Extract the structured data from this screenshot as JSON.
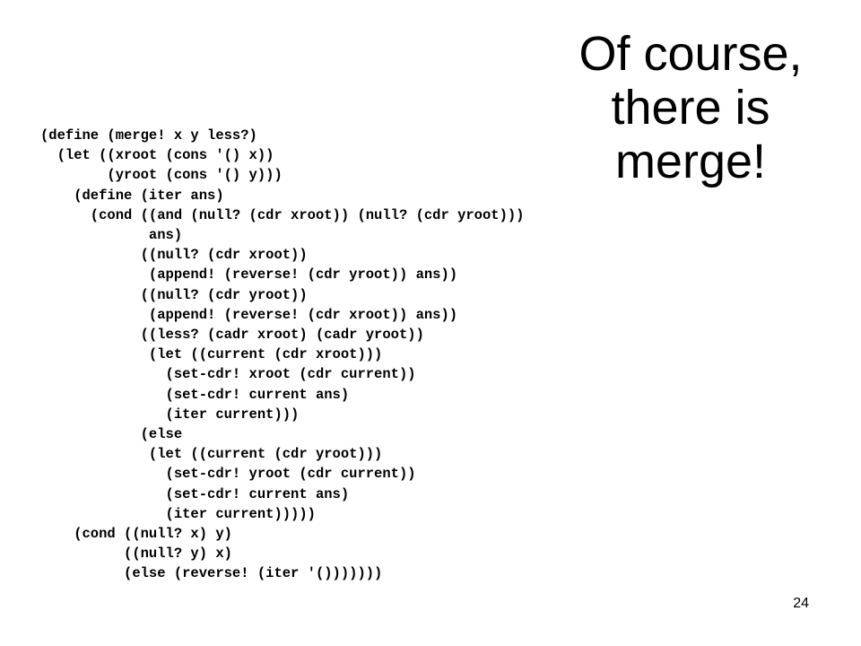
{
  "slide": {
    "title_lines": [
      "Of course,",
      "there is",
      "merge!"
    ],
    "code_lines": [
      "(define (merge! x y less?)",
      "  (let ((xroot (cons '() x))",
      "        (yroot (cons '() y)))",
      "    (define (iter ans)",
      "      (cond ((and (null? (cdr xroot)) (null? (cdr yroot)))",
      "             ans)",
      "            ((null? (cdr xroot))",
      "             (append! (reverse! (cdr yroot)) ans))",
      "            ((null? (cdr yroot))",
      "             (append! (reverse! (cdr xroot)) ans))",
      "            ((less? (cadr xroot) (cadr yroot))",
      "             (let ((current (cdr xroot)))",
      "               (set-cdr! xroot (cdr current))",
      "               (set-cdr! current ans)",
      "               (iter current)))",
      "            (else",
      "             (let ((current (cdr yroot)))",
      "               (set-cdr! yroot (cdr current))",
      "               (set-cdr! current ans)",
      "               (iter current)))))",
      "    (cond ((null? x) y)",
      "          ((null? y) x)",
      "          (else (reverse! (iter '()))))))"
    ],
    "page_number": "24"
  }
}
